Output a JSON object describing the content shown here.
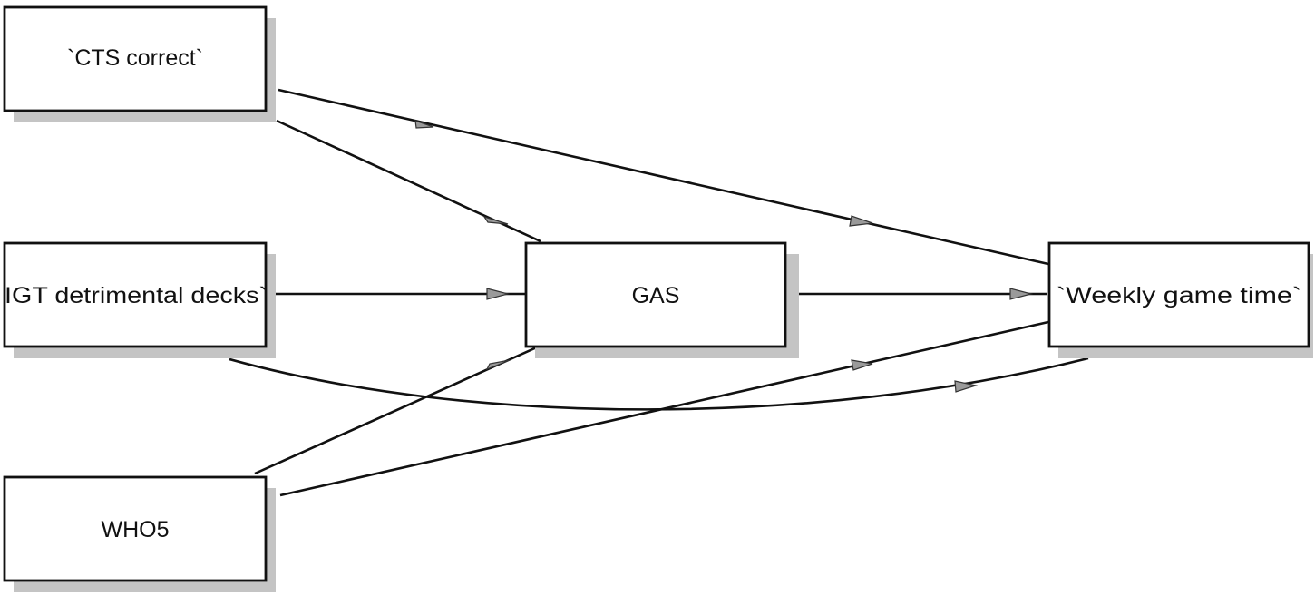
{
  "diagram": {
    "nodes": {
      "cts": {
        "label": "`CTS correct`"
      },
      "igt": {
        "label": "IGT detrimental decks`"
      },
      "who5": {
        "label": "WHO5"
      },
      "gas": {
        "label": "GAS"
      },
      "weekly": {
        "label": "`Weekly game time`"
      }
    },
    "edges": [
      {
        "from": "cts",
        "to": "gas"
      },
      {
        "from": "igt",
        "to": "gas"
      },
      {
        "from": "who5",
        "to": "gas"
      },
      {
        "from": "cts",
        "to": "weekly"
      },
      {
        "from": "gas",
        "to": "weekly"
      },
      {
        "from": "who5",
        "to": "weekly"
      },
      {
        "from": "igt",
        "to": "weekly"
      }
    ],
    "colors": {
      "line": "#111111",
      "shadow": "#c4c4c4",
      "arrowhead": "#9a9a9a"
    }
  }
}
